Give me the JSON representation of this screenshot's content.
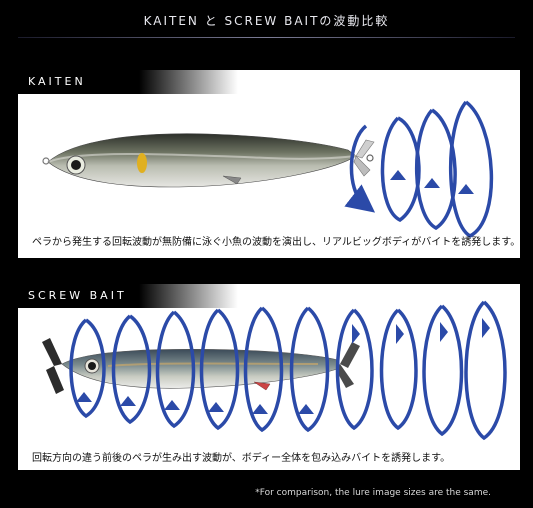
{
  "page": {
    "title": "KAITEN と SCREW BAITの波動比較",
    "footnote": "*For comparison, the lure image sizes are the same."
  },
  "panels": [
    {
      "label": "KAITEN",
      "caption": "ペラから発生する回転波動が無防備に泳ぐ小魚の波動を演出し、リアルビッグボディがバイトを誘発します。"
    },
    {
      "label": "SCREW BAIT",
      "caption": "回転方向の違う前後のペラが生み出す波動が、ボディー全体を包み込みバイトを誘発します。"
    }
  ],
  "colors": {
    "wave": "#2b4aa8",
    "background": "#000000",
    "panel": "#ffffff"
  },
  "icons": [
    "prop-blade-icon",
    "rotation-arrow-icon"
  ]
}
